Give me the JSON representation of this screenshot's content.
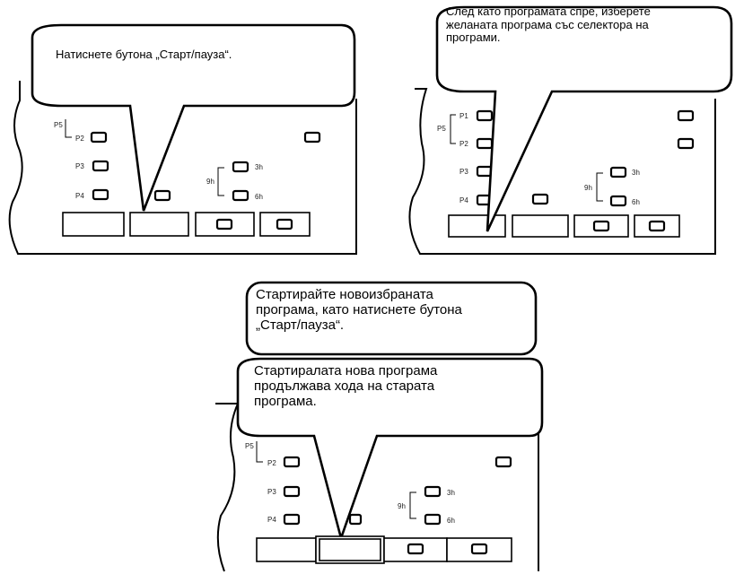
{
  "panels": [
    {
      "bubble_text": "Натиснете бутона „Старт/пауза“.",
      "labels": {
        "p5": "P5",
        "p2": "P2",
        "p3": "P3",
        "p4": "P4",
        "h9": "9h",
        "h3": "3h",
        "h6": "6h"
      }
    },
    {
      "bubble_text": "След като програмата спре, изберете желаната програма със селектора на програми.",
      "labels": {
        "p1": "P1",
        "p5": "P5",
        "p2": "P2",
        "p3": "P3",
        "p4": "P4",
        "h9": "9h",
        "h3": "3h",
        "h6": "6h"
      }
    },
    {
      "bubble_top_text": "Стартирайте новоизбраната програма, като натиснете бутона „Старт/пауза“.",
      "bubble_text": "Стартиралата нова програма продължава хода на старата програма.",
      "labels": {
        "p5": "P5",
        "p2": "P2",
        "p3": "P3",
        "p4": "P4",
        "h9": "9h",
        "h3": "3h",
        "h6": "6h"
      }
    }
  ]
}
